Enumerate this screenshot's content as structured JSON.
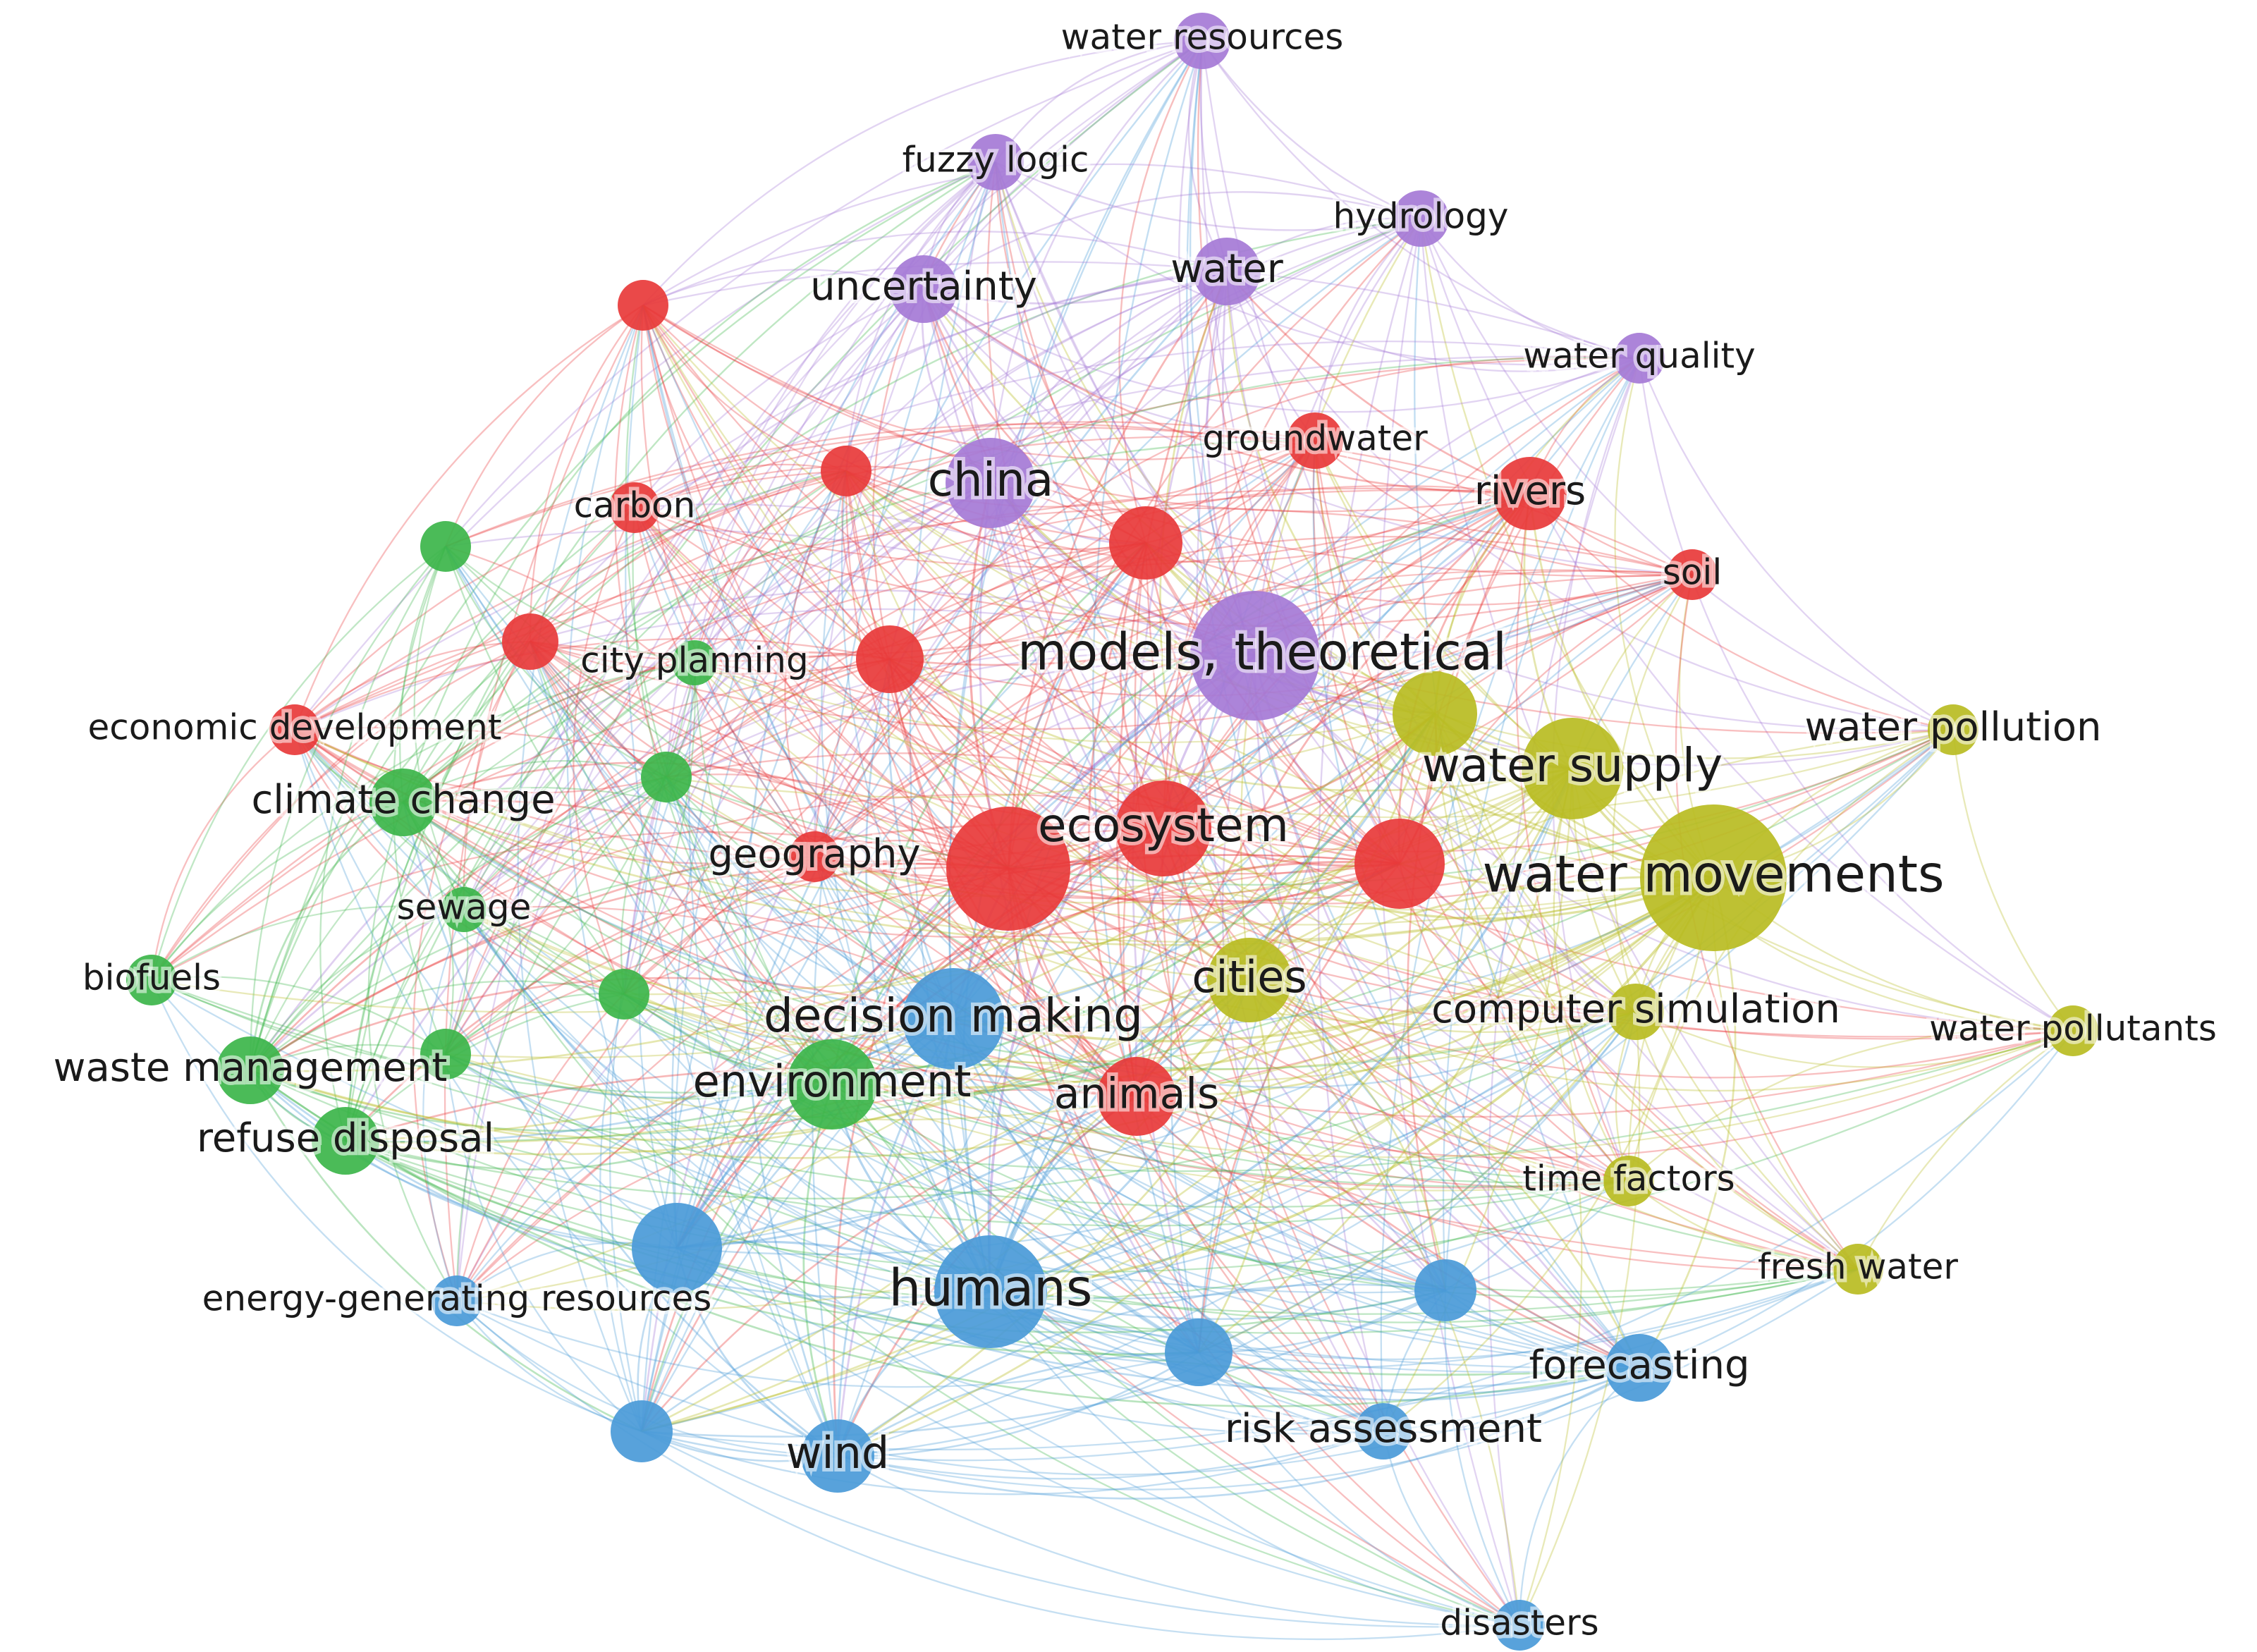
{
  "cluster_colors": {
    "red": "#e8393a",
    "green": "#3cb54a",
    "blue": "#4a9ad8",
    "yellow": "#b8bc22",
    "purple": "#a57ad6"
  },
  "nodes": [
    {
      "id": "water-resources",
      "label": "water resources",
      "cluster": "purple",
      "weight": 1.4
    },
    {
      "id": "fuzzy-logic",
      "label": "fuzzy logic",
      "cluster": "purple",
      "weight": 1.4
    },
    {
      "id": "hydrology",
      "label": "hydrology",
      "cluster": "purple",
      "weight": 1.4
    },
    {
      "id": "uncertainty",
      "label": "uncertainty",
      "cluster": "purple",
      "weight": 1.8
    },
    {
      "id": "water",
      "label": "water",
      "cluster": "purple",
      "weight": 1.8
    },
    {
      "id": "water-quality",
      "label": "water quality",
      "cluster": "purple",
      "weight": 1.2
    },
    {
      "id": "china",
      "label": "china",
      "cluster": "purple",
      "weight": 2.6
    },
    {
      "id": "models-theoretical",
      "label": "models, theoretical",
      "cluster": "purple",
      "weight": 4.0
    },
    {
      "id": "red-unlabeled-1",
      "label": "",
      "cluster": "red",
      "weight": 1.2
    },
    {
      "id": "red-unlabeled-2",
      "label": "",
      "cluster": "red",
      "weight": 1.2
    },
    {
      "id": "red-unlabeled-3",
      "label": "",
      "cluster": "red",
      "weight": 2.0
    },
    {
      "id": "red-unlabeled-4",
      "label": "",
      "cluster": "red",
      "weight": 1.4
    },
    {
      "id": "red-unlabeled-5",
      "label": "",
      "cluster": "red",
      "weight": 1.8
    },
    {
      "id": "red-unlabeled-6",
      "label": "",
      "cluster": "red",
      "weight": 3.8
    },
    {
      "id": "groundwater",
      "label": "groundwater",
      "cluster": "red",
      "weight": 1.4
    },
    {
      "id": "carbon",
      "label": "carbon",
      "cluster": "red",
      "weight": 1.2
    },
    {
      "id": "rivers",
      "label": "rivers",
      "cluster": "red",
      "weight": 2.0
    },
    {
      "id": "soil",
      "label": "soil",
      "cluster": "red",
      "weight": 1.2
    },
    {
      "id": "economic-development",
      "label": "economic development",
      "cluster": "red",
      "weight": 1.2
    },
    {
      "id": "geography",
      "label": "geography",
      "cluster": "red",
      "weight": 1.2
    },
    {
      "id": "ecosystem",
      "label": "ecosystem",
      "cluster": "red",
      "weight": 2.8
    },
    {
      "id": "red-unlabeled-7",
      "label": "",
      "cluster": "red",
      "weight": 2.6
    },
    {
      "id": "animals",
      "label": "animals",
      "cluster": "red",
      "weight": 2.2
    },
    {
      "id": "green-unlabeled-1",
      "label": "",
      "cluster": "green",
      "weight": 1.2
    },
    {
      "id": "green-unlabeled-2",
      "label": "",
      "cluster": "green",
      "weight": 1.2
    },
    {
      "id": "green-unlabeled-3",
      "label": "",
      "cluster": "green",
      "weight": 1.2
    },
    {
      "id": "green-unlabeled-4",
      "label": "",
      "cluster": "green",
      "weight": 1.2
    },
    {
      "id": "city-planning",
      "label": "city planning",
      "cluster": "green",
      "weight": 1.0
    },
    {
      "id": "climate-change",
      "label": "climate change",
      "cluster": "green",
      "weight": 1.8
    },
    {
      "id": "sewage",
      "label": "sewage",
      "cluster": "green",
      "weight": 1.0
    },
    {
      "id": "biofuels",
      "label": "biofuels",
      "cluster": "green",
      "weight": 1.2
    },
    {
      "id": "waste-management",
      "label": "waste management",
      "cluster": "green",
      "weight": 1.8
    },
    {
      "id": "refuse-disposal",
      "label": "refuse disposal",
      "cluster": "green",
      "weight": 1.8
    },
    {
      "id": "environment",
      "label": "environment",
      "cluster": "green",
      "weight": 2.6
    },
    {
      "id": "decision-making",
      "label": "decision making",
      "cluster": "blue",
      "weight": 3.0
    },
    {
      "id": "humans",
      "label": "humans",
      "cluster": "blue",
      "weight": 3.4
    },
    {
      "id": "blue-unlabeled-1",
      "label": "",
      "cluster": "blue",
      "weight": 2.6
    },
    {
      "id": "energy-generating-resources",
      "label": "energy-generating resources",
      "cluster": "blue",
      "weight": 1.2
    },
    {
      "id": "blue-unlabeled-2",
      "label": "",
      "cluster": "blue",
      "weight": 1.6
    },
    {
      "id": "blue-unlabeled-3",
      "label": "",
      "cluster": "blue",
      "weight": 1.8
    },
    {
      "id": "blue-unlabeled-4",
      "label": "",
      "cluster": "blue",
      "weight": 1.6
    },
    {
      "id": "wind",
      "label": "wind",
      "cluster": "blue",
      "weight": 2.0
    },
    {
      "id": "risk-assessment",
      "label": "risk assessment",
      "cluster": "blue",
      "weight": 1.4
    },
    {
      "id": "forecasting",
      "label": "forecasting",
      "cluster": "blue",
      "weight": 1.8
    },
    {
      "id": "disasters",
      "label": "disasters",
      "cluster": "blue",
      "weight": 1.2
    },
    {
      "id": "yellow-unlabeled-1",
      "label": "",
      "cluster": "yellow",
      "weight": 2.4
    },
    {
      "id": "water-supply",
      "label": "water supply",
      "cluster": "yellow",
      "weight": 3.0
    },
    {
      "id": "water-movements",
      "label": "water movements",
      "cluster": "yellow",
      "weight": 4.6
    },
    {
      "id": "water-pollution",
      "label": "water pollution",
      "cluster": "yellow",
      "weight": 1.2
    },
    {
      "id": "cities",
      "label": "cities",
      "cluster": "yellow",
      "weight": 2.4
    },
    {
      "id": "computer-simulation",
      "label": "computer simulation",
      "cluster": "yellow",
      "weight": 1.4
    },
    {
      "id": "water-pollutants",
      "label": "water pollutants",
      "cluster": "yellow",
      "weight": 1.2
    },
    {
      "id": "time-factors",
      "label": "time factors",
      "cluster": "yellow",
      "weight": 1.2
    },
    {
      "id": "fresh-water",
      "label": "fresh water",
      "cluster": "yellow",
      "weight": 1.2
    }
  ]
}
